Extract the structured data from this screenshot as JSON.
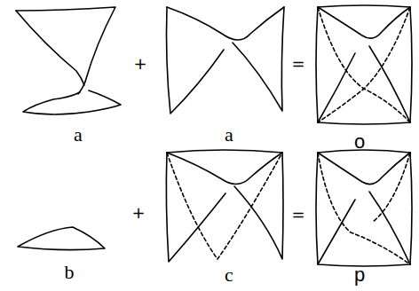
{
  "diagram": {
    "labels": [
      "+",
      "=",
      "a",
      "a",
      "o",
      "+",
      "=",
      "b",
      "c",
      "p"
    ]
  }
}
